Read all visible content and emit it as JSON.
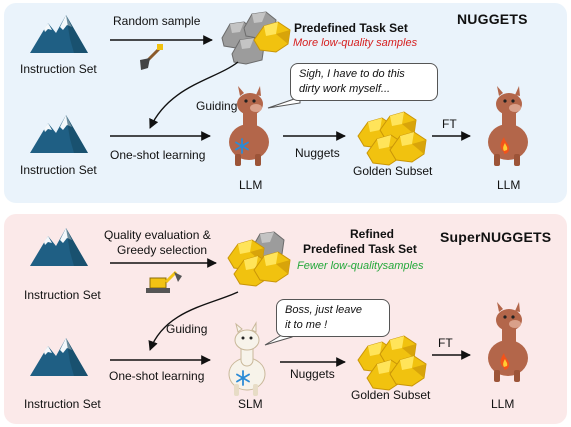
{
  "top": {
    "title": "NUGGETS",
    "instruction_set_1": "Instruction Set",
    "instruction_set_2": "Instruction Set",
    "random_sample": "Random sample",
    "predefined_title": "Predefined Task Set",
    "predefined_note": "More low-quality samples",
    "bubble": [
      "Sigh, I have to do this",
      "dirty work myself..."
    ],
    "guiding": "Guiding",
    "one_shot": "One-shot learning",
    "nuggets": "Nuggets",
    "ft": "FT",
    "model": "LLM",
    "golden_subset": "Golden Subset",
    "result_model": "LLM"
  },
  "bottom": {
    "title": "SuperNUGGETS",
    "instruction_set_1": "Instruction Set",
    "instruction_set_2": "Instruction Set",
    "quality_eval_1": "Quality evaluation &",
    "quality_eval_2": "Greedy selection",
    "refined_1": "Refined",
    "refined_2": "Predefined Task Set",
    "refined_note": "Fewer low-qualitysamples",
    "bubble": [
      "Boss, just leave",
      "it to me !"
    ],
    "guiding": "Guiding",
    "one_shot": "One-shot learning",
    "nuggets": "Nuggets",
    "ft": "FT",
    "model": "SLM",
    "golden_subset": "Golden Subset",
    "result_model": "LLM"
  },
  "colors": {
    "top_panel": "#eaf3fb",
    "bottom_panel": "#fbe9e9",
    "mountain": "#1f5f84",
    "snow": "#f4f8fb",
    "gold": "#f1c20f",
    "llama": "#b3664a",
    "alpaca": "#f7f3ea",
    "highlight_red": "#d62020",
    "highlight_green": "#23a83a"
  },
  "icons": [
    "mountain-icon",
    "shovel-icon",
    "excavator-icon",
    "rock-pile-icon",
    "gold-nuggets-icon",
    "llama-icon",
    "alpaca-icon",
    "snowflake-icon",
    "fire-icon"
  ]
}
